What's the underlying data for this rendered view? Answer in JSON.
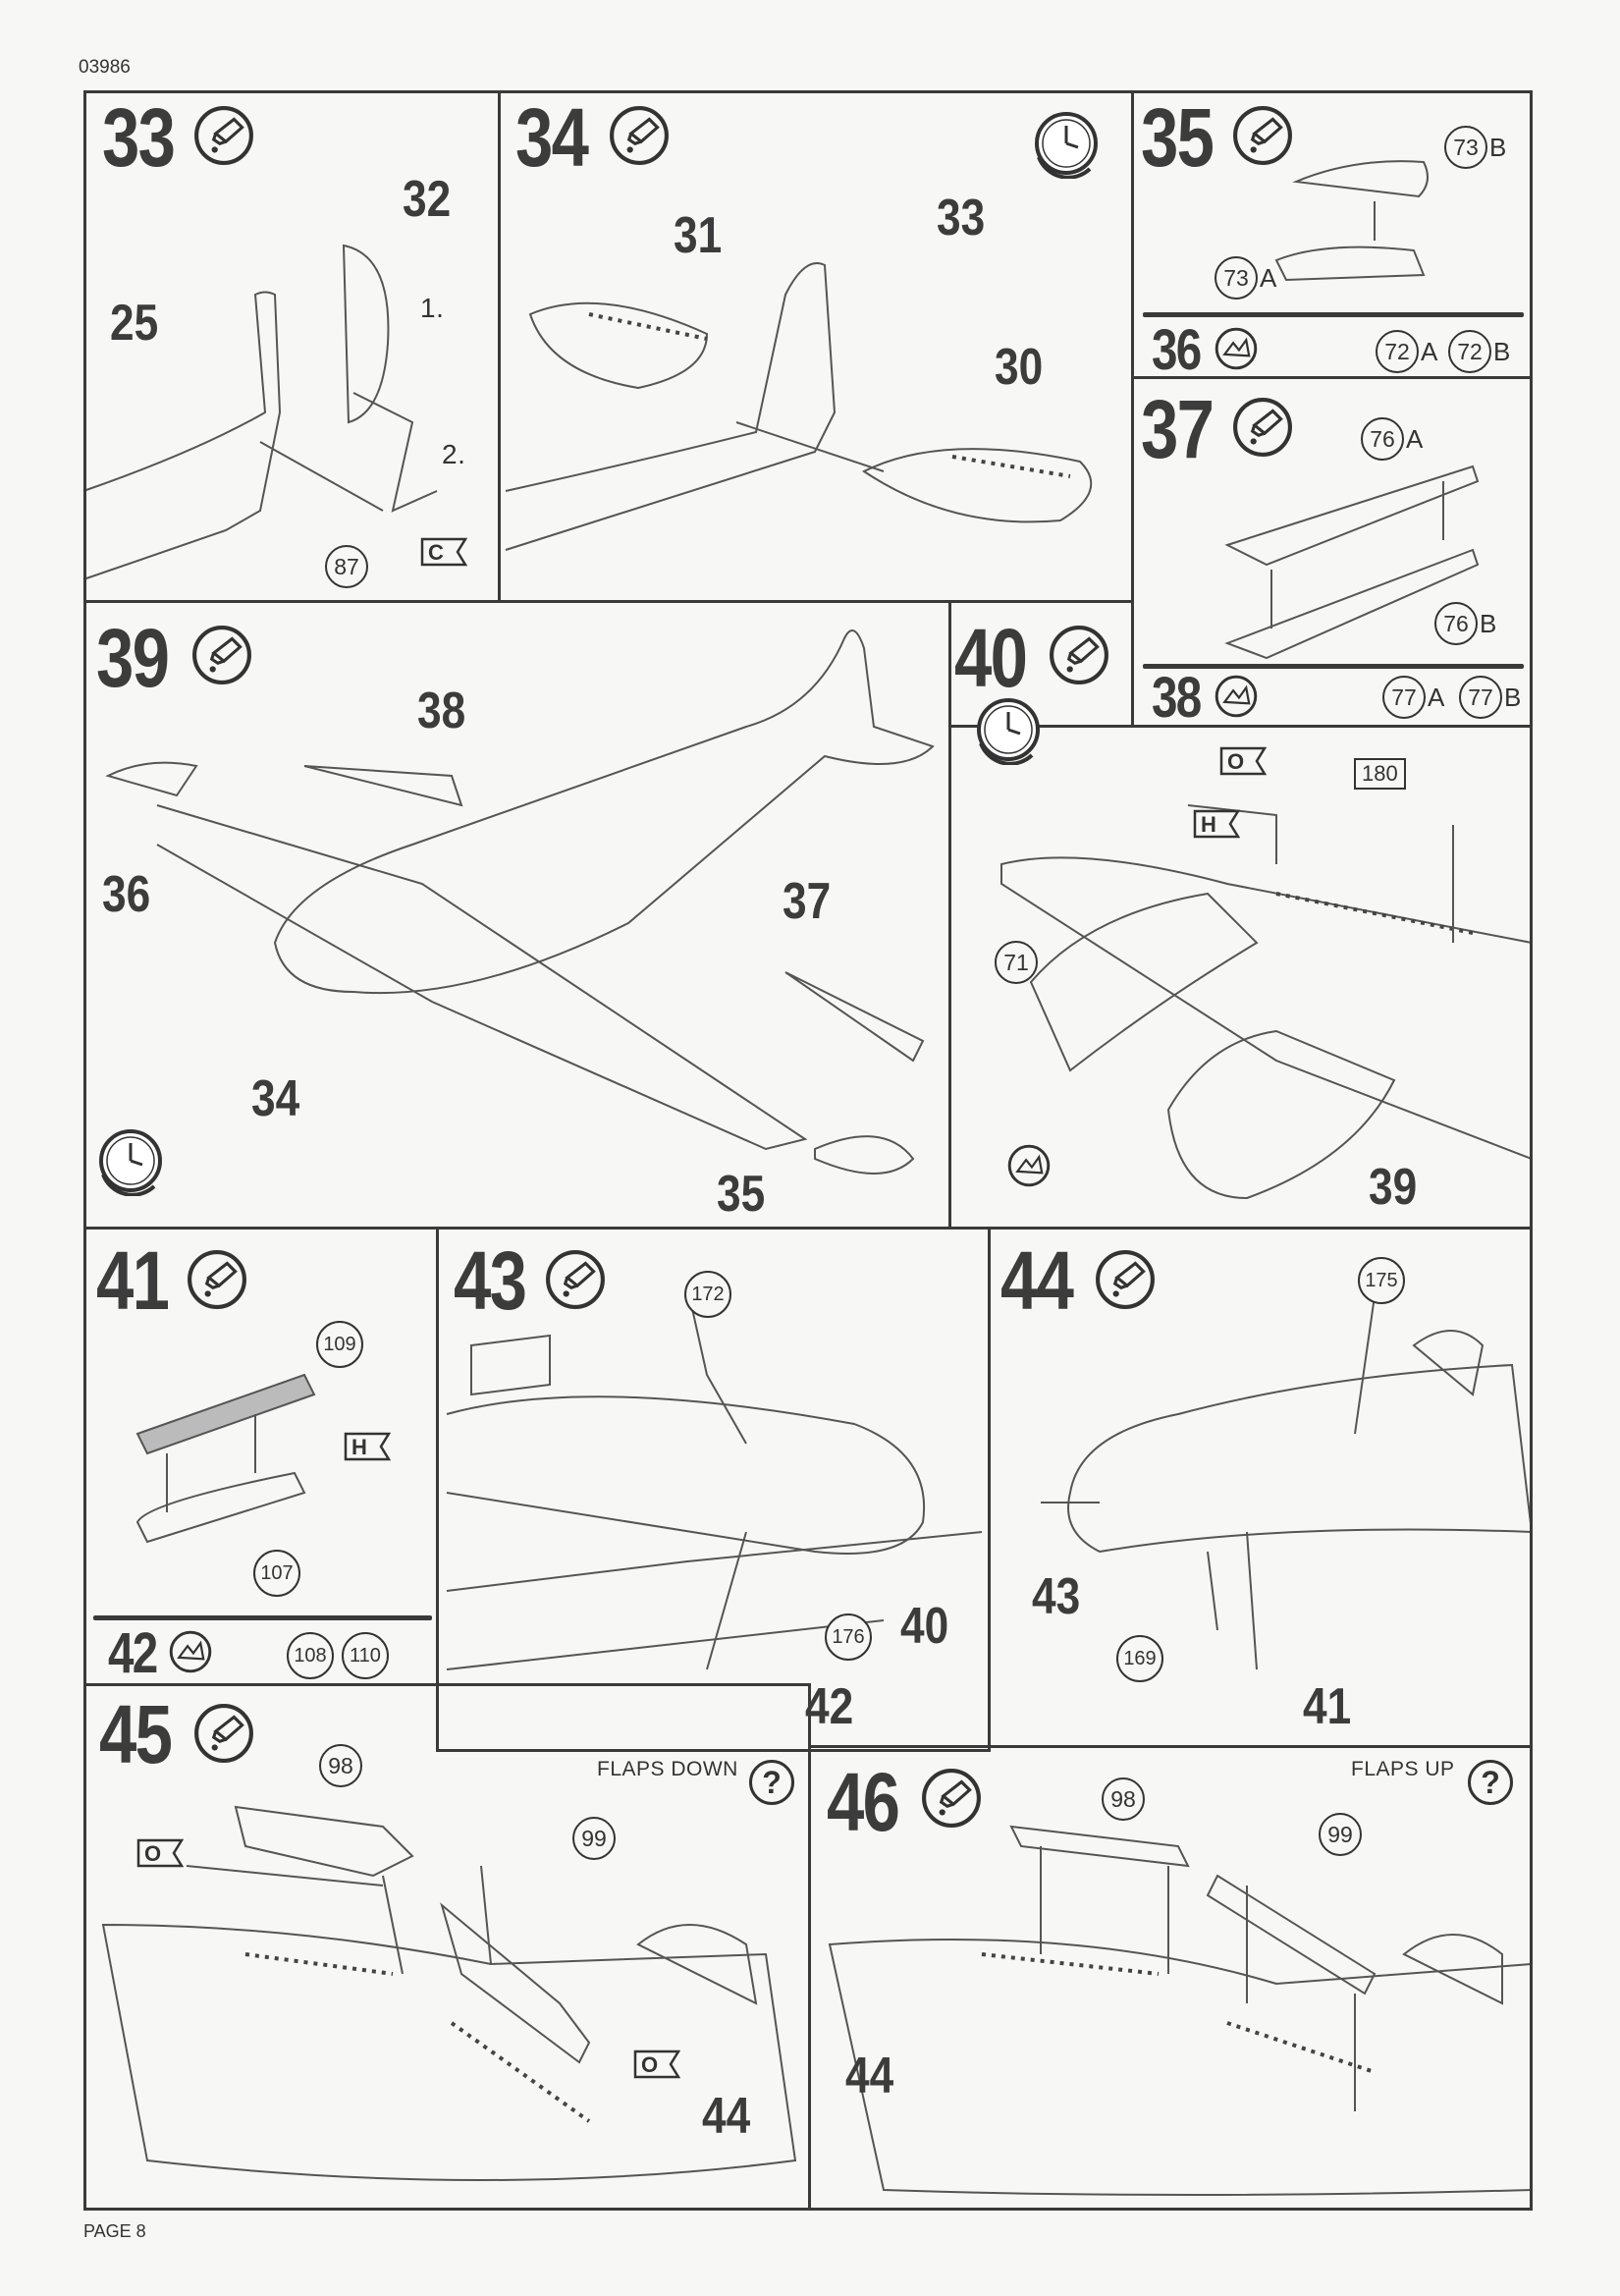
{
  "doc_number": "03986",
  "page_label": "PAGE 8",
  "steps": [
    {
      "number": "33",
      "icon": "glue-icon",
      "labels": [
        "32",
        "25",
        "1.",
        "2."
      ],
      "circled": [
        "87"
      ],
      "flags": [
        "C"
      ]
    },
    {
      "number": "34",
      "icon": "glue-icon",
      "labels": [
        "31",
        "33",
        "30"
      ]
    },
    {
      "number": "35",
      "icon": "glue-icon",
      "circled": [
        {
          "n": "73",
          "s": "B"
        },
        {
          "n": "73",
          "s": "A"
        }
      ]
    },
    {
      "number": "36",
      "icon": "paint-icon",
      "circled": [
        {
          "n": "72",
          "s": "A"
        },
        {
          "n": "72",
          "s": "B"
        }
      ]
    },
    {
      "number": "37",
      "icon": "glue-icon",
      "circled": [
        {
          "n": "76",
          "s": "A"
        },
        {
          "n": "76",
          "s": "B"
        }
      ]
    },
    {
      "number": "38",
      "icon": "paint-icon",
      "circled": [
        {
          "n": "77",
          "s": "A"
        },
        {
          "n": "77",
          "s": "B"
        }
      ]
    },
    {
      "number": "39",
      "icon": "glue-icon",
      "labels": [
        "38",
        "36",
        "37",
        "34",
        "35"
      ]
    },
    {
      "number": "40",
      "icon": "glue-icon",
      "flags": [
        "O",
        "H"
      ],
      "boxed": "180",
      "circled": [
        "71"
      ],
      "labels": [
        "39"
      ]
    },
    {
      "number": "41",
      "icon": "glue-icon",
      "circled": [
        "109",
        "107"
      ],
      "flags": [
        "H"
      ]
    },
    {
      "number": "42",
      "icon": "paint-icon",
      "circled": [
        "108",
        "110"
      ]
    },
    {
      "number": "43",
      "icon": "glue-icon",
      "circled": [
        "172",
        "176"
      ],
      "labels": [
        "40",
        "42"
      ]
    },
    {
      "number": "44",
      "icon": "glue-icon",
      "circled": [
        "175",
        "169"
      ],
      "labels": [
        "43",
        "41"
      ]
    },
    {
      "number": "45",
      "icon": "glue-icon",
      "circled": [
        "98",
        "99"
      ],
      "flags": [
        "O",
        "O"
      ],
      "labels": [
        "44"
      ],
      "note": "FLAPS DOWN",
      "help": "?"
    },
    {
      "number": "46",
      "icon": "glue-icon",
      "circled": [
        "98",
        "99"
      ],
      "labels": [
        "44"
      ],
      "note": "FLAPS UP",
      "help": "?"
    }
  ]
}
